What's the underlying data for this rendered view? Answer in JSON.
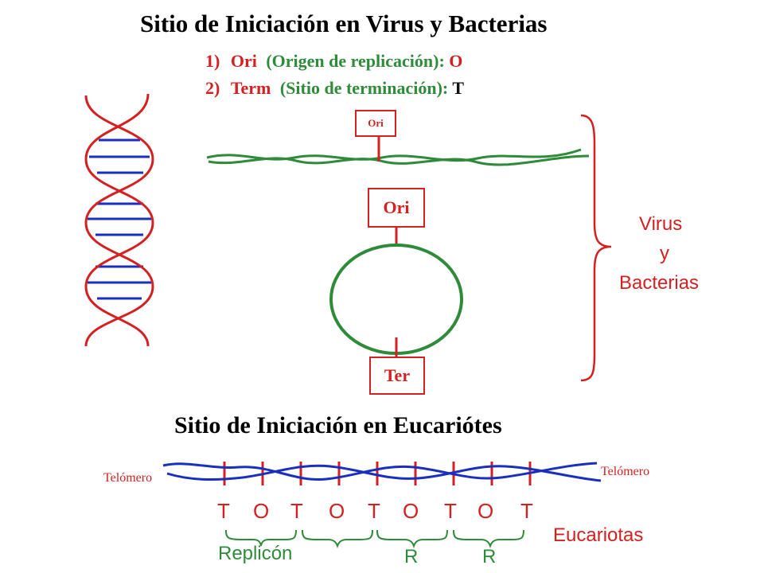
{
  "title_prokaryote": "Sitio de Iniciación en Virus y Bacterias",
  "list": [
    {
      "num": "1)",
      "term": "Ori",
      "desc": "(Origen de replicación):",
      "abbr": "O"
    },
    {
      "num": "2)",
      "term": "Term",
      "desc": "(Sitio de terminación):",
      "abbr": "T"
    }
  ],
  "linear_label": "Ori",
  "circle_top_label": "Ori",
  "circle_bottom_label": "Ter",
  "bracket_label": [
    "Virus",
    "y",
    "Bacterias"
  ],
  "title_eukaryote": "Sitio de Iniciación en Eucariótes",
  "telomere_left": "Telómero",
  "telomere_right": "Telómero",
  "sites": [
    "T",
    "O",
    "T",
    "O",
    "T",
    "O",
    "T",
    "O",
    "T"
  ],
  "eukaryote_label": "Eucariotas",
  "replicon_labels": [
    "Replicón",
    "R",
    "R"
  ],
  "colors": {
    "red": "#d42020",
    "green": "#2e8b3a",
    "blue": "#1a2fc0"
  }
}
